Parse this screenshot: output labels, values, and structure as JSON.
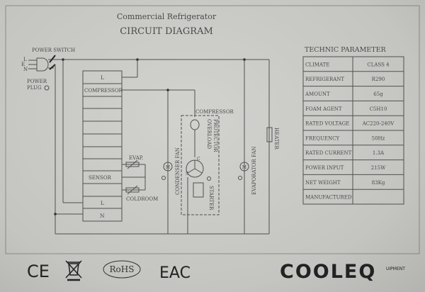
{
  "header": {
    "subtitle": "Commercial Refrigerator",
    "title": "CIRCUIT DIAGRAM"
  },
  "diagram": {
    "power_switch": "POWER SWITCH",
    "plug_pins": [
      "L",
      "E",
      "N"
    ],
    "power_plug": [
      "POWER",
      "PLUG"
    ],
    "controller_rows": {
      "l_top": "L",
      "compressor": "COMPRESSOR",
      "sensor": "SENSOR",
      "l_bottom": "L",
      "n": "N"
    },
    "evap": "EVAP.",
    "coldroom": "COLDROOM",
    "compressor": "COMPRESSOR",
    "overload_protector": [
      "OVERLOAD",
      "PROTECTOR"
    ],
    "starter": "STARTER",
    "condenser_fan": "CONDENSER FAN",
    "evaporator_fan": "EVAPORATOR FAN",
    "heater": "HEATER",
    "motor_symbol": "M",
    "terminals": {
      "c": "C",
      "s": "S"
    }
  },
  "parameters": {
    "title": "TECHNIC  PARAMETER",
    "rows": [
      {
        "label": "CLIMATE",
        "value": "CLASS 4"
      },
      {
        "label": "REFRIGERANT",
        "value": "R290"
      },
      {
        "label": "AMOUNT",
        "value": "65g"
      },
      {
        "label": "FOAM AGENT",
        "value": "C5H10"
      },
      {
        "label": "RATED VOLTAGE",
        "value": "AC220-240V"
      },
      {
        "label": "FREQUENCY",
        "value": "50Hz"
      },
      {
        "label": "RATED CURRENT",
        "value": "1.3A"
      },
      {
        "label": "POWER INPUT",
        "value": "215W"
      },
      {
        "label": "NET WEIGHT",
        "value": "83Kg"
      },
      {
        "label": "MANUFACTURED",
        "value": ""
      }
    ]
  },
  "marks": {
    "ce": "CE",
    "rohs": "RoHS",
    "eac": "EAC",
    "brand": "COOLEQ",
    "brand_sub": "UIPMENT"
  }
}
